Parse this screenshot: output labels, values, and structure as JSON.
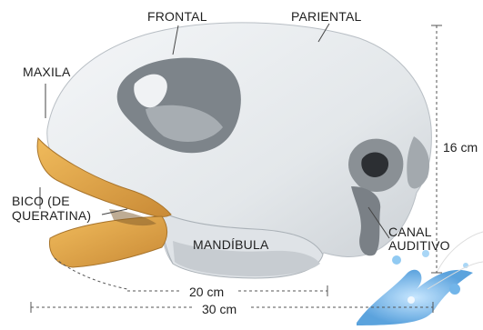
{
  "labels": {
    "frontal": "FRONTAL",
    "pariental": "PARIENTAL",
    "maxila": "MAXILA",
    "bico_line1": "BICO (DE",
    "bico_line2": "QUERATINA)",
    "mandibula": "MANDÍBULA",
    "canal_line1": "CANAL",
    "canal_line2": "AUDITIVO"
  },
  "dimensions": {
    "height": "16 cm",
    "length_inner": "20 cm",
    "length_total": "30 cm"
  },
  "colors": {
    "bone": "#e9ecef",
    "bone_shadow": "#9aa0a6",
    "beak": "#e0a24a",
    "splash": "#5aa9e6",
    "line": "#444444"
  }
}
